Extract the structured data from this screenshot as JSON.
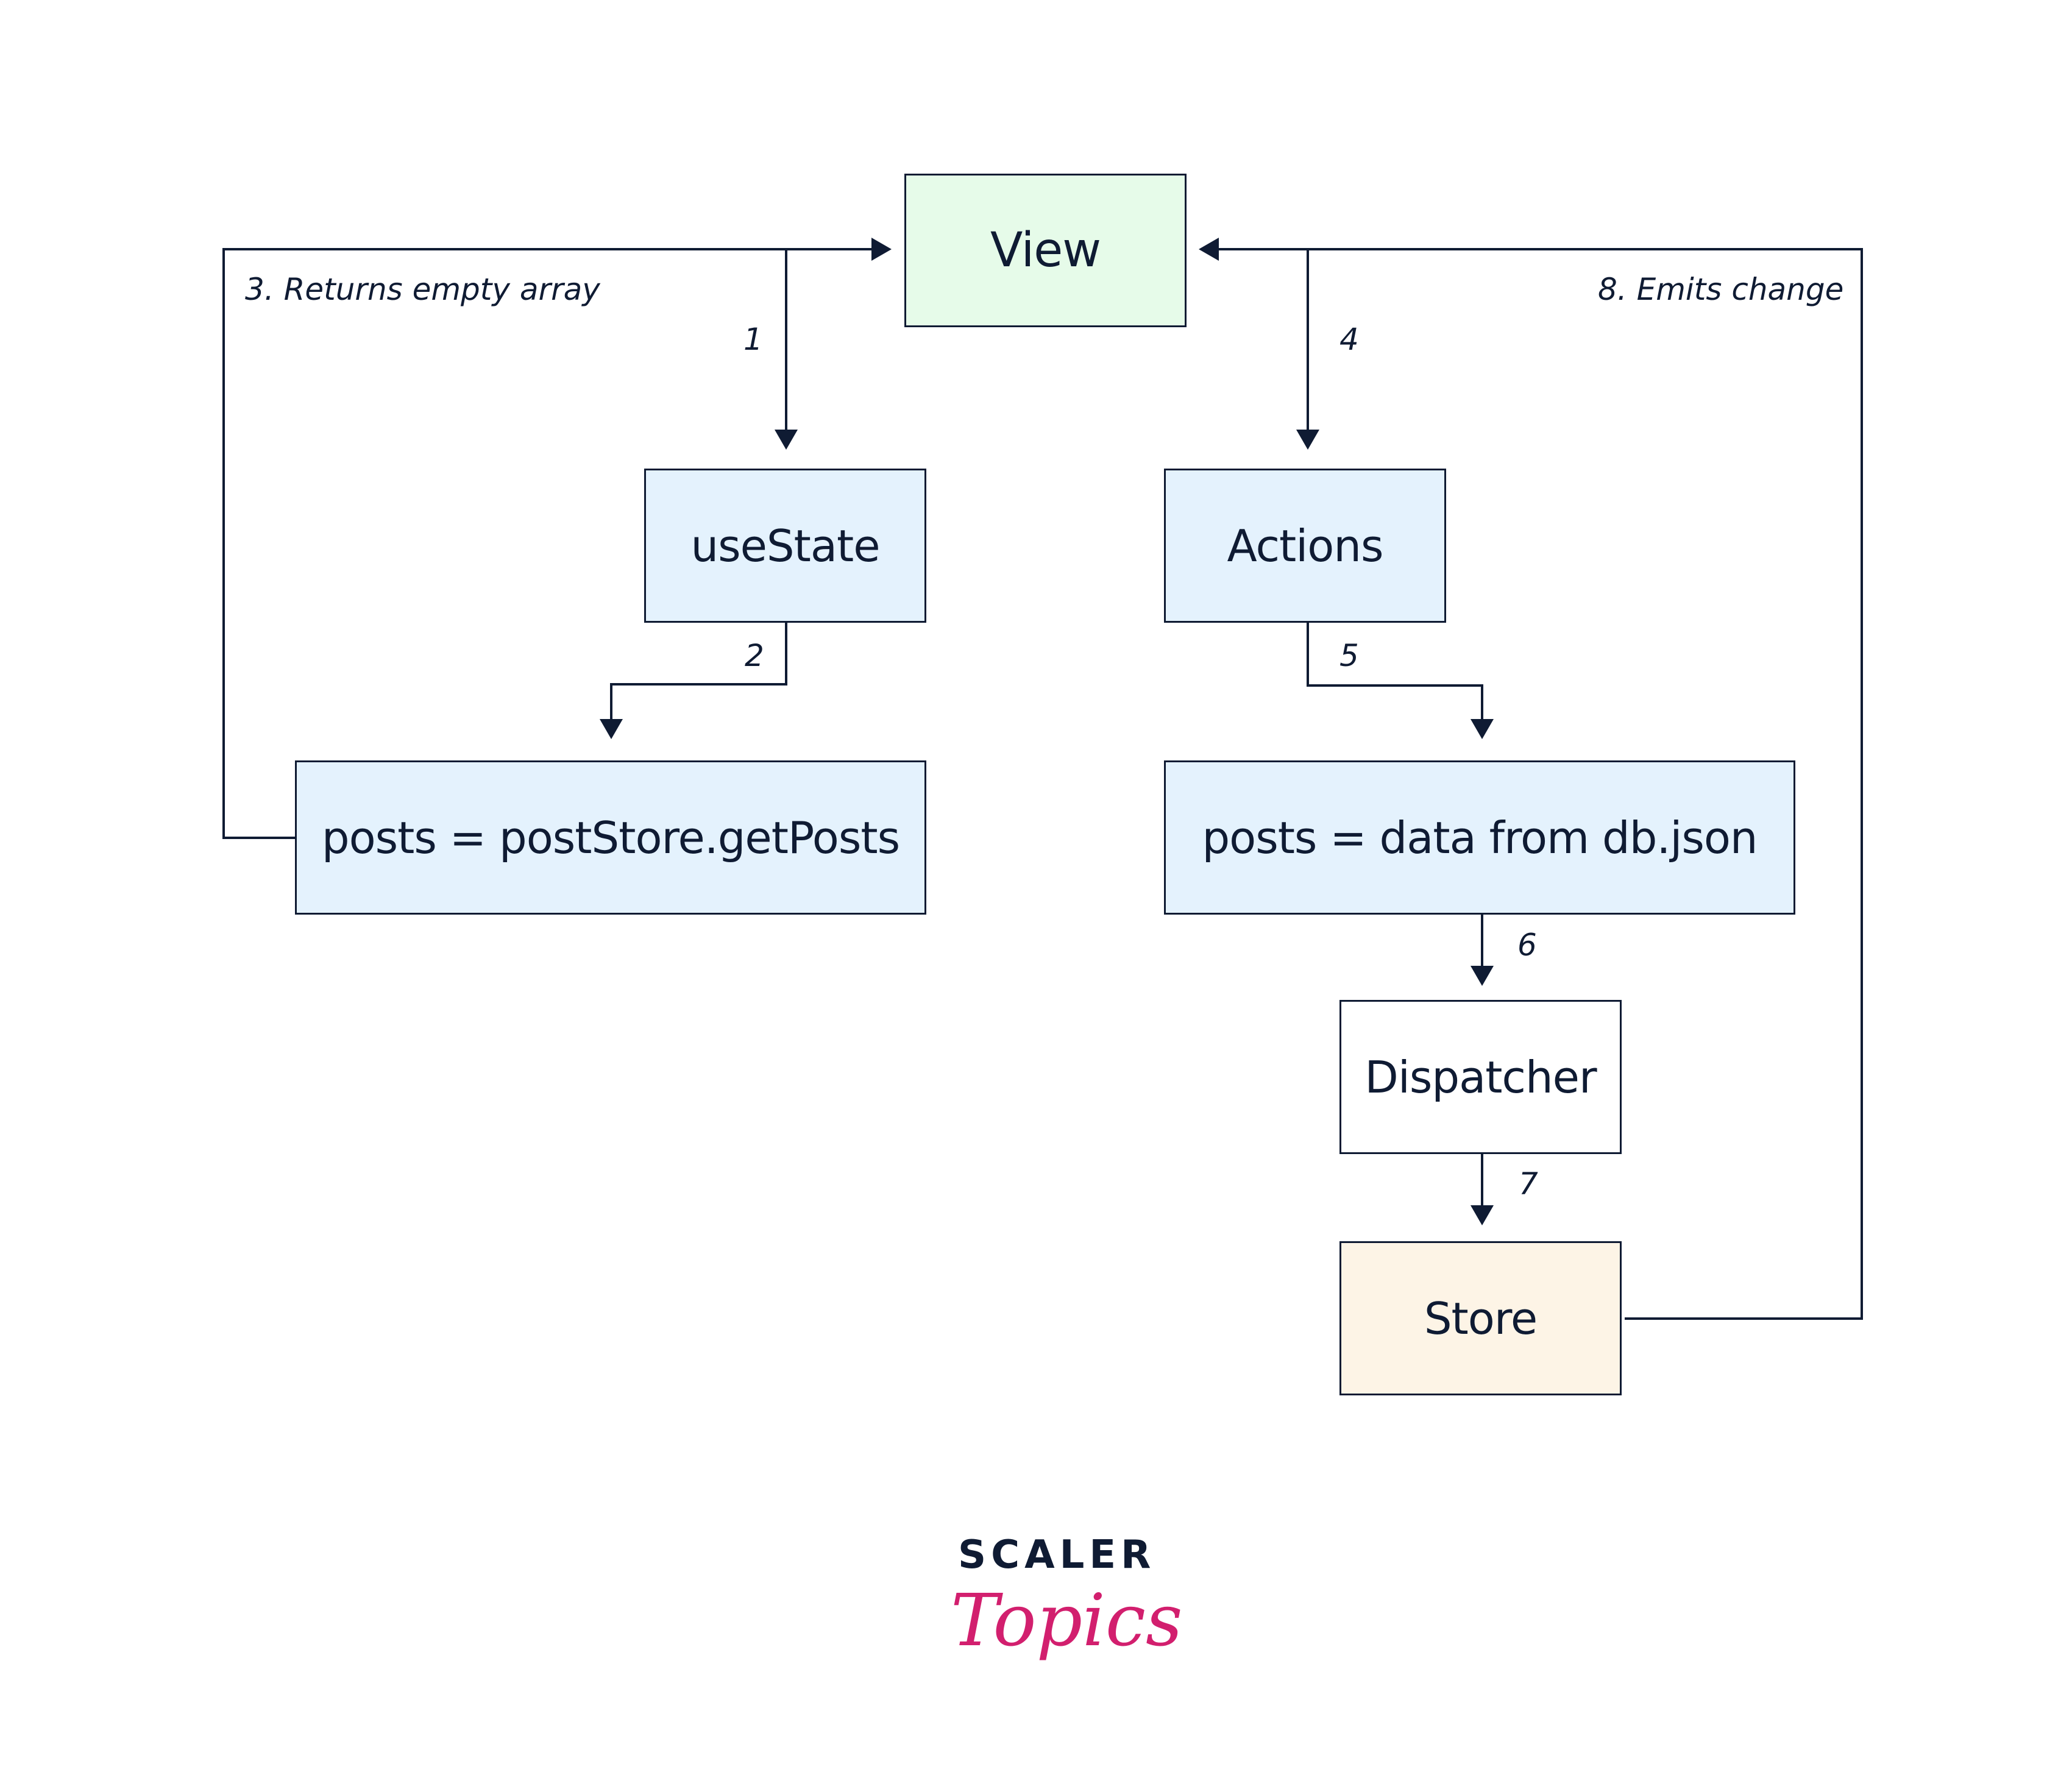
{
  "nodes": {
    "view": "View",
    "use_state": "useState",
    "posts_store": "posts = postStore.getPosts",
    "actions": "Actions",
    "posts_data": "posts = data from db.json",
    "dispatcher": "Dispatcher",
    "store": "Store"
  },
  "node_colors": {
    "view": "#e6fbe9",
    "use_state": "#e4f2fd",
    "posts_store": "#e4f2fd",
    "actions": "#e4f2fd",
    "posts_data": "#e4f2fd",
    "dispatcher": "#ffffff",
    "store": "#fdf4e6"
  },
  "edge_labels": {
    "e1": "1",
    "e2": "2",
    "e3": "3. Returns empty array",
    "e4": "4",
    "e5": "5",
    "e6": "6",
    "e7": "7",
    "e8": "8. Emits change"
  },
  "logo": {
    "top": "SCALER",
    "script": "Topics"
  }
}
